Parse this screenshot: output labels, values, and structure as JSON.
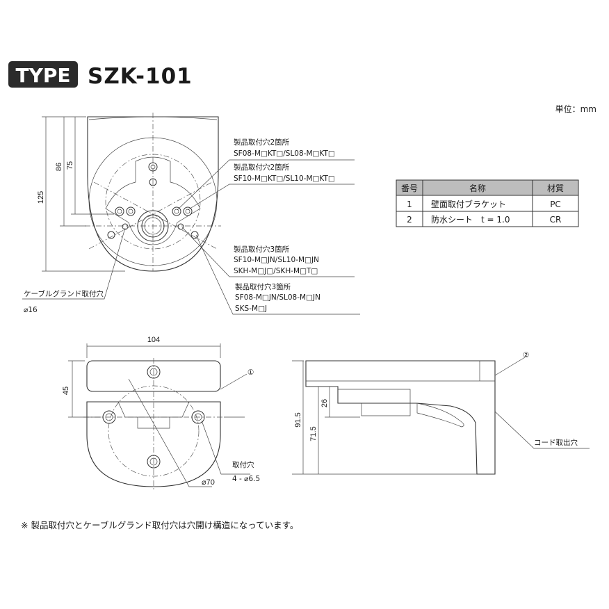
{
  "header": {
    "type_badge": "TYPE",
    "model": "SZK-101",
    "unit": "単位：mm"
  },
  "table": {
    "headers": [
      "番号",
      "名称",
      "材質"
    ],
    "rows": [
      {
        "no": "1",
        "name": "壁面取付ブラケット",
        "material": "PC"
      },
      {
        "no": "2",
        "name": "防水シート　t = 1.0",
        "material": "CR"
      }
    ]
  },
  "top_view": {
    "dims": {
      "d125": "125",
      "d86": "86",
      "d75": "75"
    },
    "callouts": [
      {
        "line1": "製品取付穴2箇所",
        "line2": "SF08-M□KT□/SL08-M□KT□"
      },
      {
        "line1": "製品取付穴2箇所",
        "line2": "SF10-M□KT□/SL10-M□KT□"
      },
      {
        "line1": "製品取付穴3箇所",
        "line2": "SF10-M□JN/SL10-M□JN",
        "line3": "SKH-M□J□/SKH-M□T□"
      },
      {
        "line1": "製品取付穴3箇所",
        "line2": "SF08-M□JN/SL08-M□JN",
        "line3": "SKS-M□J"
      }
    ],
    "cable_gland": {
      "label": "ケーブルグランド取付穴",
      "size": "⌀16"
    }
  },
  "front_view": {
    "dims": {
      "width": "104",
      "height": "45",
      "circle": "⌀70"
    },
    "callout_no": "①",
    "mount_hole": {
      "label": "取付穴",
      "size": "4 - ⌀6.5"
    }
  },
  "side_view": {
    "dims": {
      "d915": "91.5",
      "d715": "71.5",
      "d26": "26"
    },
    "callout_no": "②",
    "cord_exit": "コード取出穴"
  },
  "footnote": "※ 製品取付穴とケーブルグランド取付穴は穴開け構造になっています。"
}
